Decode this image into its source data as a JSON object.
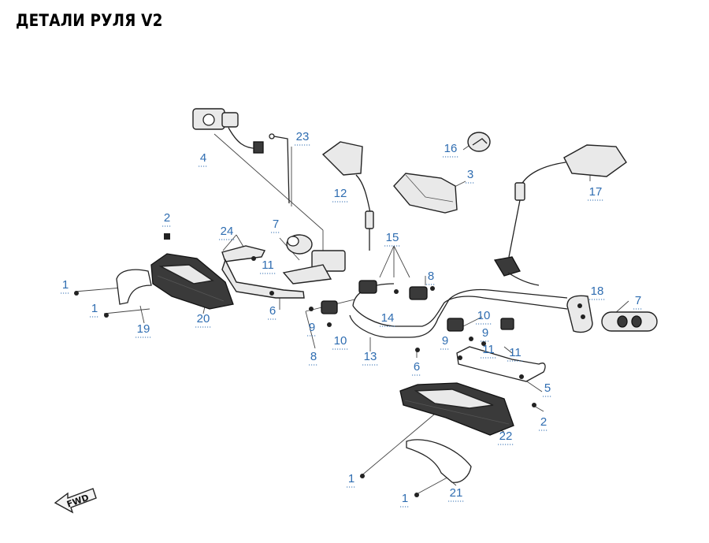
{
  "title": "ДЕТАЛИ РУЛЯ V2",
  "fwd_label": "FWD",
  "label_color": "#2f6db1",
  "callouts": [
    {
      "id": "c23",
      "text": "23"
    },
    {
      "id": "c4",
      "text": "4"
    },
    {
      "id": "c16",
      "text": "16"
    },
    {
      "id": "c3",
      "text": "3"
    },
    {
      "id": "c12",
      "text": "12"
    },
    {
      "id": "c17",
      "text": "17"
    },
    {
      "id": "c2a",
      "text": "2"
    },
    {
      "id": "c7a",
      "text": "7"
    },
    {
      "id": "c24",
      "text": "24"
    },
    {
      "id": "c15",
      "text": "15"
    },
    {
      "id": "c8a",
      "text": "8"
    },
    {
      "id": "c11a",
      "text": "11"
    },
    {
      "id": "c1a",
      "text": "1"
    },
    {
      "id": "c1b",
      "text": "1"
    },
    {
      "id": "c6a",
      "text": "6"
    },
    {
      "id": "c20",
      "text": "20"
    },
    {
      "id": "c19",
      "text": "19"
    },
    {
      "id": "c9a",
      "text": "9"
    },
    {
      "id": "c14",
      "text": "14"
    },
    {
      "id": "c10a",
      "text": "10"
    },
    {
      "id": "c8b",
      "text": "8"
    },
    {
      "id": "c13",
      "text": "13"
    },
    {
      "id": "c18",
      "text": "18"
    },
    {
      "id": "c7b",
      "text": "7"
    },
    {
      "id": "c10b",
      "text": "10"
    },
    {
      "id": "c9b",
      "text": "9"
    },
    {
      "id": "c9c",
      "text": "9"
    },
    {
      "id": "c11b",
      "text": "11"
    },
    {
      "id": "c11c",
      "text": "11"
    },
    {
      "id": "c6b",
      "text": "6"
    },
    {
      "id": "c5",
      "text": "5"
    },
    {
      "id": "c2b",
      "text": "2"
    },
    {
      "id": "c22",
      "text": "22"
    },
    {
      "id": "c1c",
      "text": "1"
    },
    {
      "id": "c1d",
      "text": "1"
    },
    {
      "id": "c21",
      "text": "21"
    }
  ]
}
